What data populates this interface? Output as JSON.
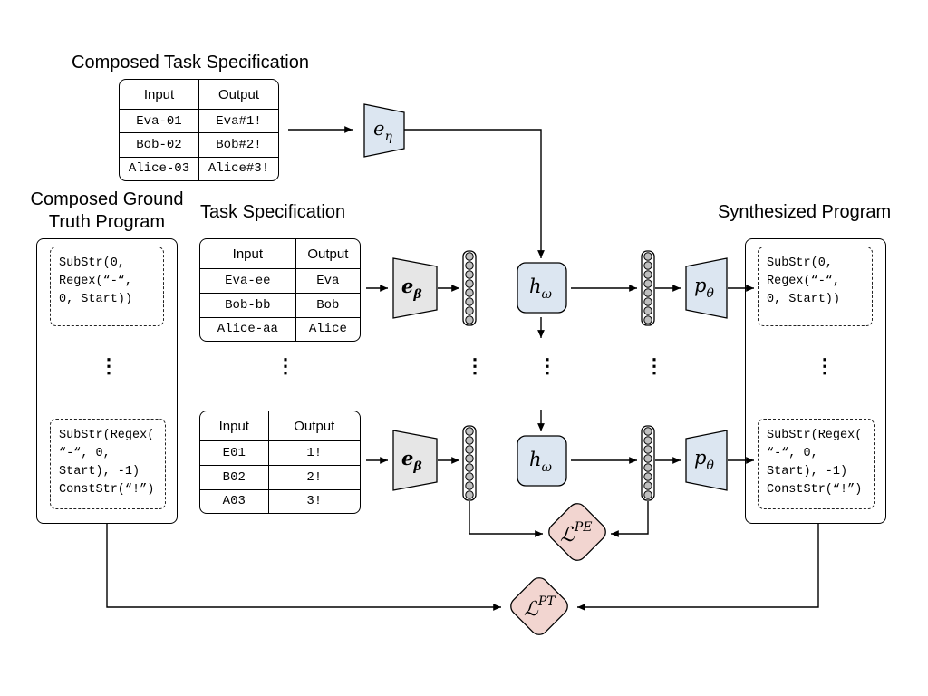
{
  "headings": {
    "composed_task_spec": "Composed Task Specification",
    "composed_gt_line1": "Composed Ground",
    "composed_gt_line2": "Truth Program",
    "task_spec": "Task Specification",
    "synth_program": "Synthesized Program"
  },
  "composed_table": {
    "header_input": "Input",
    "header_output": "Output",
    "rows": [
      {
        "input": "Eva-01",
        "output": "Eva#1!"
      },
      {
        "input": "Bob-02",
        "output": "Bob#2!"
      },
      {
        "input": "Alice-03",
        "output": "Alice#3!"
      }
    ]
  },
  "task_table_top": {
    "header_input": "Input",
    "header_output": "Output",
    "rows": [
      {
        "input": "Eva-ee",
        "output": "Eva"
      },
      {
        "input": "Bob-bb",
        "output": "Bob"
      },
      {
        "input": "Alice-aa",
        "output": "Alice"
      }
    ]
  },
  "task_table_bottom": {
    "header_input": "Input",
    "header_output": "Output",
    "rows": [
      {
        "input": "E01",
        "output": "1!"
      },
      {
        "input": "B02",
        "output": "2!"
      },
      {
        "input": "A03",
        "output": "3!"
      }
    ]
  },
  "programs": {
    "top": "SubStr(0,\nRegex(“-“,\n0, Start))",
    "bottom": "SubStr(Regex(\n“-“, 0,\nStart), -1)\nConstStr(“!”)"
  },
  "ellipsis": "⋮",
  "modules": {
    "e_eta": {
      "base": "e",
      "sub": "η"
    },
    "e_beta": {
      "base": "e",
      "sub": "β"
    },
    "h_omega": {
      "base": "h",
      "sub": "ω"
    },
    "p_theta": {
      "base": "p",
      "sub": "θ"
    }
  },
  "losses": {
    "pe": {
      "base": "ℒ",
      "sup": "PE"
    },
    "pt": {
      "base": "ℒ",
      "sup": "PT"
    }
  },
  "colors": {
    "module_blue": "#dce6f1",
    "module_gray": "#e6e6e6",
    "loss_pink": "#f2d5d0",
    "embedding_node": "#bfbfbf"
  }
}
